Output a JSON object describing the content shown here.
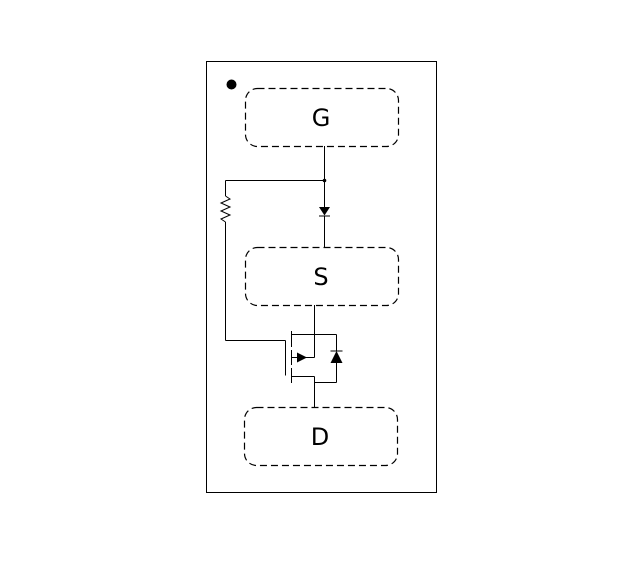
{
  "package": {
    "pads": [
      {
        "id": "gate",
        "label": "G"
      },
      {
        "id": "source",
        "label": "S"
      },
      {
        "id": "drain",
        "label": "D"
      }
    ],
    "pin1_marker": "filled-dot",
    "colors": {
      "stroke": "#000000",
      "background": "#ffffff"
    }
  }
}
